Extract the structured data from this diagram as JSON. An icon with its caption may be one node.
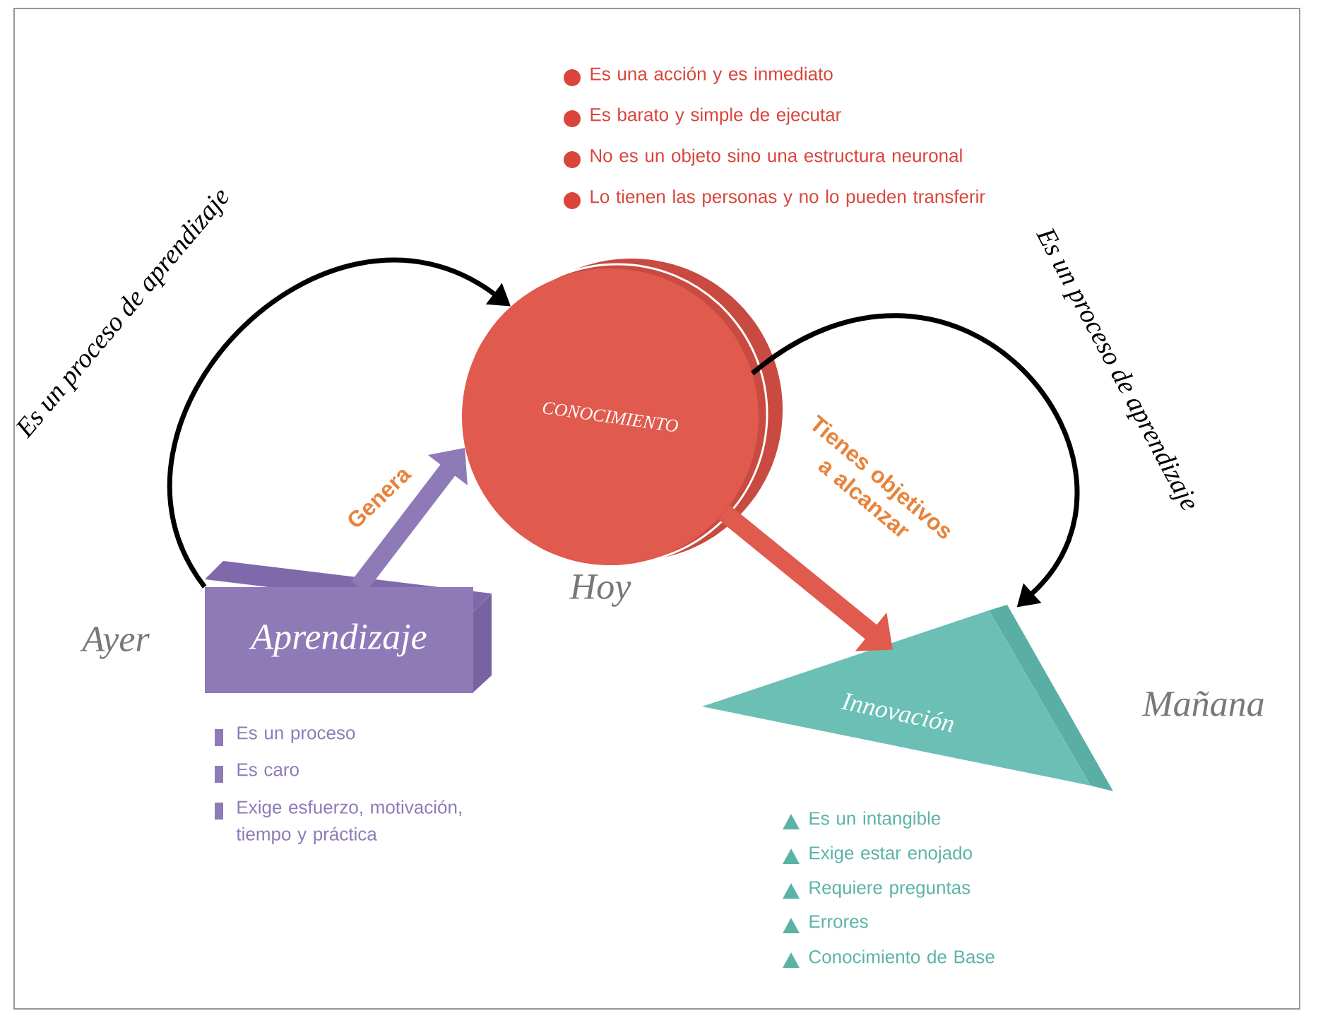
{
  "diagram": {
    "nodes": [
      {
        "text": [
          "Aprendizaje"
        ],
        "beside": [
          "Ayer",
          "Es un proceso",
          "Es caro",
          "Exige esfuerzo, motivación, tiempo y práctica"
        ]
      },
      {
        "text": [
          "CONOCIMIENTO"
        ],
        "beside": [
          "Hoy",
          "Es una acción y es inmediato",
          "Es barato y simple de ejecutar",
          "No es un objeto sino una estructura neuronal",
          "Lo tienen las personas y no lo pueden transferir"
        ]
      },
      {
        "text": [
          "Innovación"
        ],
        "beside": [
          "Mañana",
          "Es un intangible",
          "Exige estar enojado",
          "Requiere preguntas",
          "Errores",
          "Conocimiento de Base"
        ]
      }
    ],
    "edges": [
      {
        "from": 0,
        "to": 1,
        "arrow": "to",
        "label": "Es un proceso de aprendizaje"
      },
      {
        "from": 0,
        "to": 1,
        "arrow": "to",
        "label": "Genera",
        "style": "thick",
        "color": "#8f7ab8"
      },
      {
        "from": 1,
        "to": 2,
        "arrow": "to",
        "label": "Tienes objetivos a alcanzar",
        "style": "thick",
        "color": "#e05a4e"
      },
      {
        "from": 1,
        "to": 2,
        "arrow": "to",
        "label": "Es un proceso de aprendizaje"
      }
    ]
  }
}
